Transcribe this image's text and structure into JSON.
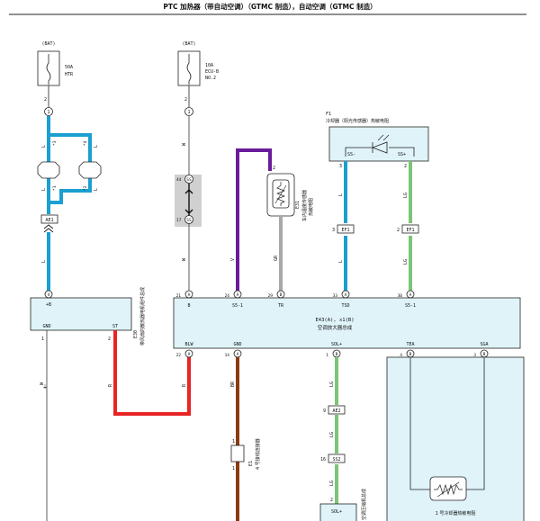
{
  "title": "PTC 加热器（带自动空调）（GTMC 制造），自动空调（GTMC 制造）",
  "fuses": [
    {
      "source": "(BAT)",
      "rating": "50A",
      "name": "HTR",
      "pin": "2",
      "conn": "1"
    },
    {
      "source": "(BAT)",
      "rating": "10A",
      "name": "ECU-B",
      "name2": "NO.2",
      "pin": "2",
      "conn": "1"
    }
  ],
  "wire_colors": {
    "L": "L",
    "W": "W",
    "V": "V",
    "GR": "GR",
    "LG": "LG",
    "R": "R",
    "BR": "BR",
    "B": "B"
  },
  "connectors": {
    "ae1": "AE1",
    "e_ss": "SS",
    "e_ss2": "SS",
    "ss_num1": "44",
    "ss_num2": "17",
    "ef1a": "EF1",
    "ef1b": "EF1",
    "ae2": "AE2",
    "ss2": "SS2",
    "pin3": "3",
    "pin2b": "2",
    "pin2": "2",
    "pin1": "1",
    "pin9": "9",
    "pin16": "16",
    "mark_w": "*1",
    "mark_b": "*2",
    "mark_c": "*3",
    "mark_d": "*4"
  },
  "e30": {
    "ref": "E30",
    "desc": "带风扇的散热器电机组件总成",
    "plus_b": "+B",
    "gnd": "GND",
    "st": "ST",
    "pin_top": "4",
    "pin_gnd": "1",
    "pin_st": "2"
  },
  "e31": {
    "ref": "E31",
    "desc": "车内温度传感器",
    "desc2": "热敏电阻",
    "pin": "2"
  },
  "f1": {
    "ref": "F1",
    "desc": "冷却器（阳光传感器）热敏电阻",
    "ss_minus": "SS-",
    "ss_plus": "SS+",
    "pin_l": "3",
    "pin_r": "2"
  },
  "e43": {
    "title": "E43(A), x1(B)",
    "desc": "空调放大器总成",
    "pins_top": [
      {
        "num": "21",
        "conn": "A",
        "label": "B"
      },
      {
        "num": "24",
        "conn": "A",
        "label": "S5-1"
      },
      {
        "num": "29",
        "conn": "B",
        "label": "TR"
      },
      {
        "num": "33",
        "conn": "A",
        "label": "TSD"
      },
      {
        "num": "30",
        "conn": "A",
        "label": "S5-1"
      }
    ],
    "pins_bottom": [
      {
        "num": "22",
        "conn": "A",
        "label": "BLW"
      },
      {
        "num": "14",
        "conn": "A",
        "label": "GND"
      },
      {
        "num": "1",
        "conn": "B",
        "label": "SOL+"
      },
      {
        "num": "4",
        "conn": "B",
        "label": "TEA"
      },
      {
        "num": "3",
        "conn": "B",
        "label": "SGA"
      }
    ]
  },
  "lower": {
    "e1_ref": "E1",
    "e1_desc": "4 号接线连接器",
    "sol_label": "SOL+",
    "sol_desc": "空调压缩机总成",
    "evap_desc": "1 号冷却器热敏电阻",
    "e1_pin_top": "1",
    "e1_pin_bot": "1",
    "sol_pin": "2"
  },
  "ground_mark": "⏚"
}
